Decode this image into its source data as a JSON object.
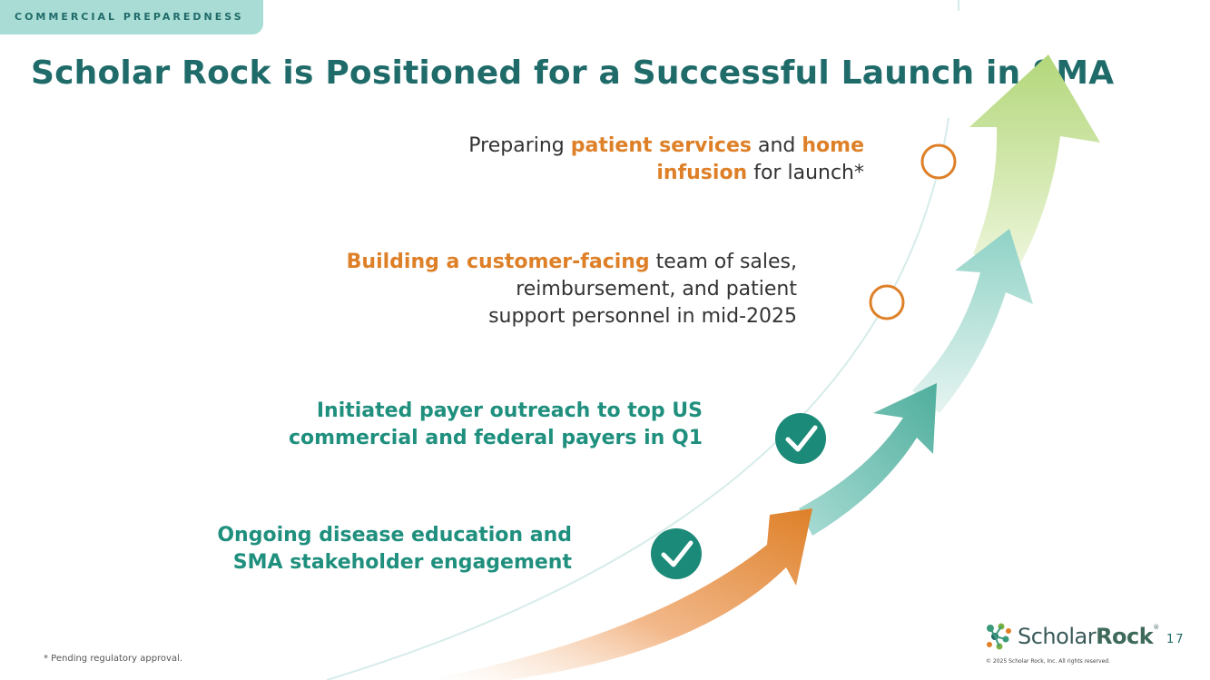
{
  "header": {
    "section_tag": "COMMERCIAL PREPAREDNESS",
    "title": "Scholar Rock is Positioned for a Successful Launch in SMA"
  },
  "milestones": [
    {
      "status": "pending",
      "parts": [
        "Preparing ",
        "patient services",
        " and ",
        "home",
        "infusion",
        " for launch*"
      ]
    },
    {
      "status": "pending",
      "parts": [
        "Building a customer-facing",
        " team of sales,",
        "reimbursement, and patient",
        "support personnel in mid-2025"
      ]
    },
    {
      "status": "done",
      "lines": [
        "Initiated payer outreach to top US",
        "commercial and federal payers in Q1"
      ]
    },
    {
      "status": "done",
      "lines": [
        "Ongoing disease education and",
        "SMA stakeholder engagement"
      ]
    }
  ],
  "footer": {
    "footnote": "* Pending regulatory approval.",
    "logo_light": "Scholar",
    "logo_bold": "Rock",
    "logo_mark": "®",
    "page_number": "17",
    "copyright": "© 2025 Scholar Rock, Inc. All rights reserved."
  },
  "colors": {
    "teal_dark": "#1f6b6a",
    "teal_accent": "#1f8f7e",
    "orange": "#de8028",
    "tag_bg": "#a9dcd4"
  },
  "icons": [
    "checkmark-icon",
    "pending-circle-icon",
    "logo-mark-icon"
  ]
}
